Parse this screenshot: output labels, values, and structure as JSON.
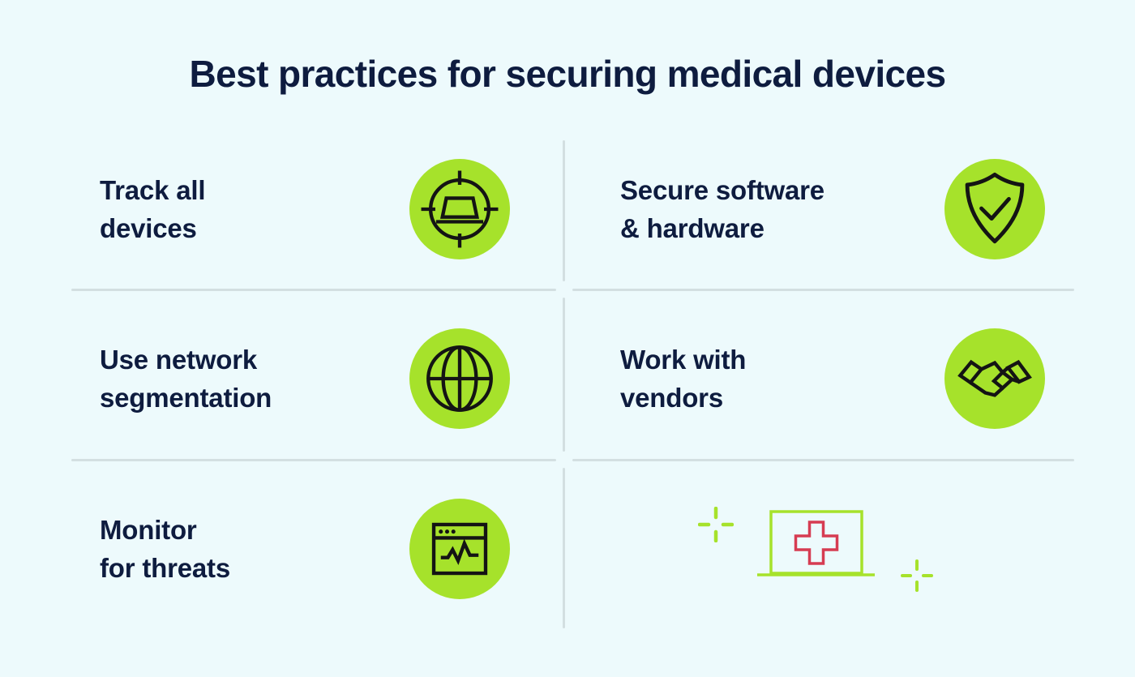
{
  "title": "Best practices for securing medical devices",
  "colors": {
    "background": "#edfafc",
    "accent_green": "#a6e22b",
    "text_navy": "#0e1c3f",
    "icon_stroke": "#141414",
    "divider": "#d3dfe1",
    "cross_red": "#d63c52"
  },
  "grid": {
    "items": [
      {
        "label": "Track all\ndevices",
        "icon": "target-device-icon"
      },
      {
        "label": "Secure software\n& hardware",
        "icon": "shield-check-icon"
      },
      {
        "label": "Use network\nsegmentation",
        "icon": "globe-icon"
      },
      {
        "label": "Work with\nvendors",
        "icon": "handshake-icon"
      },
      {
        "label": "Monitor\nfor threats",
        "icon": "browser-pulse-icon"
      }
    ]
  },
  "illustration": {
    "name": "medical-laptop-illustration",
    "elements": [
      "laptop-outline",
      "medical-cross",
      "sparkle-accent-left",
      "sparkle-accent-right"
    ]
  }
}
